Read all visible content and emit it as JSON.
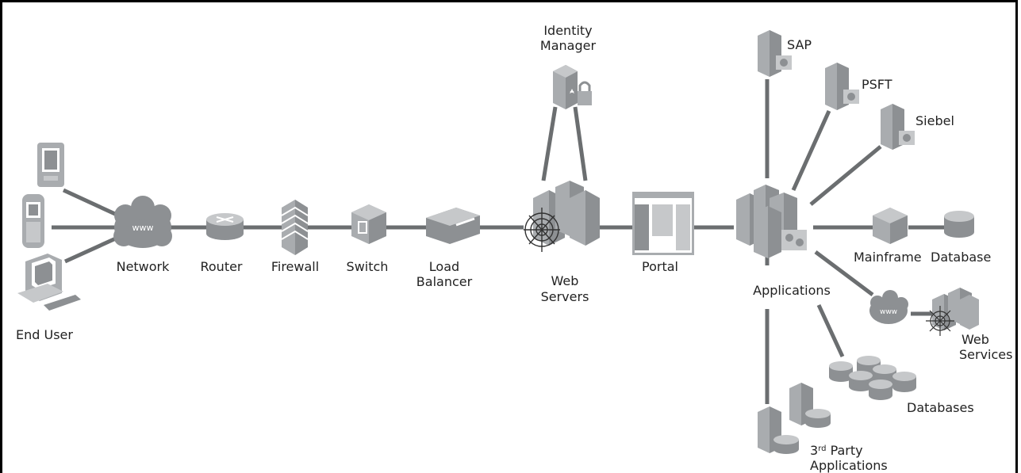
{
  "diagram": {
    "nodes": {
      "end_user": "End User",
      "network": "Network",
      "network_cloud_text": "www",
      "router": "Router",
      "firewall": "Firewall",
      "switch": "Switch",
      "load_balancer_line1": "Load",
      "load_balancer_line2": "Balancer",
      "web_servers_line1": "Web",
      "web_servers_line2": "Servers",
      "identity_manager_line1": "Identity",
      "identity_manager_line2": "Manager",
      "portal": "Portal",
      "applications": "Applications",
      "sap": "SAP",
      "psft": "PSFT",
      "siebel": "Siebel",
      "mainframe": "Mainframe",
      "database": "Database",
      "web_services_line1": "Web",
      "web_services_line2": "Services",
      "web_services_cloud_text": "www",
      "databases": "Databases",
      "third_party_line1_num": "3",
      "third_party_line1_sup": "rd",
      "third_party_line1_rest": " Party",
      "third_party_line2": "Applications"
    }
  }
}
